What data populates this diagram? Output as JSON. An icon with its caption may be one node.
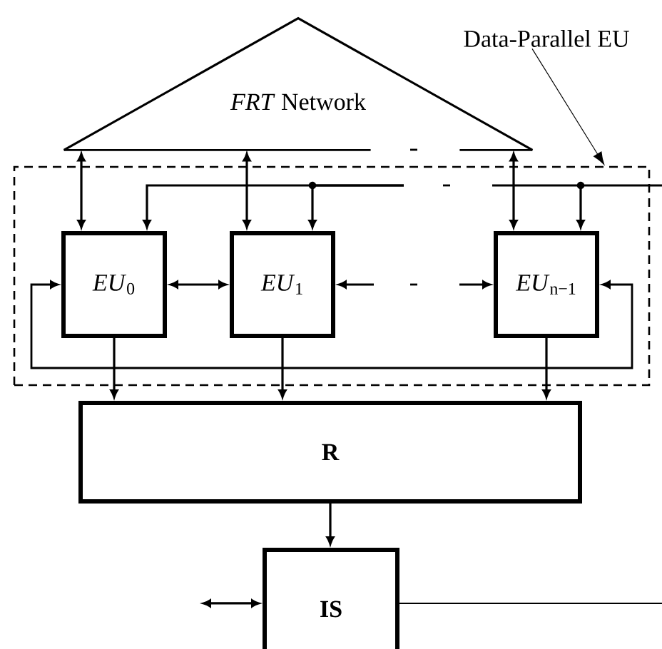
{
  "diagram": {
    "nodes": [
      {
        "text": [
          "*FRT* Network"
        ]
      },
      {
        "text": [],
        "shape": "box"
      },
      {
        "text": [
          "*EU*$_{0}$"
        ],
        "in": 1
      },
      {
        "text": [
          "*EU*$_{1}$"
        ],
        "in": 1
      },
      {
        "text": [
          "*EU*$_{n−1}$"
        ],
        "in": 1
      },
      {
        "text": [
          "R"
        ]
      },
      {
        "text": [
          "IS"
        ]
      },
      {
        "text": [
          "Data-Parallel EU"
        ]
      }
    ],
    "edges": [
      {
        "from": 0,
        "to": 2,
        "arrow": "both"
      },
      {
        "from": 0,
        "to": 3,
        "arrow": "both"
      },
      {
        "from": 0,
        "to": 4,
        "arrow": "both"
      },
      {
        "from": null,
        "to": 2,
        "arrow": "to"
      },
      {
        "from": null,
        "to": 3,
        "arrow": "to"
      },
      {
        "from": null,
        "to": 4,
        "arrow": "to"
      },
      {
        "from": 2,
        "to": 3,
        "arrow": "both"
      },
      {
        "from": null,
        "to": 3,
        "arrow": "to"
      },
      {
        "from": null,
        "to": 4,
        "arrow": "to"
      },
      {
        "from": 4,
        "to": 2,
        "arrow": "both"
      },
      {
        "from": 2,
        "to": 5,
        "arrow": "to"
      },
      {
        "from": 3,
        "to": 5,
        "arrow": "to"
      },
      {
        "from": 4,
        "to": 5,
        "arrow": "to"
      },
      {
        "from": 5,
        "to": 6,
        "arrow": "to"
      },
      {
        "from": null,
        "to": 6,
        "arrow": "both"
      },
      {
        "from": 6,
        "to": null,
        "arrow": "none"
      },
      {
        "from": 7,
        "to": 1,
        "arrow": "to"
      }
    ]
  }
}
